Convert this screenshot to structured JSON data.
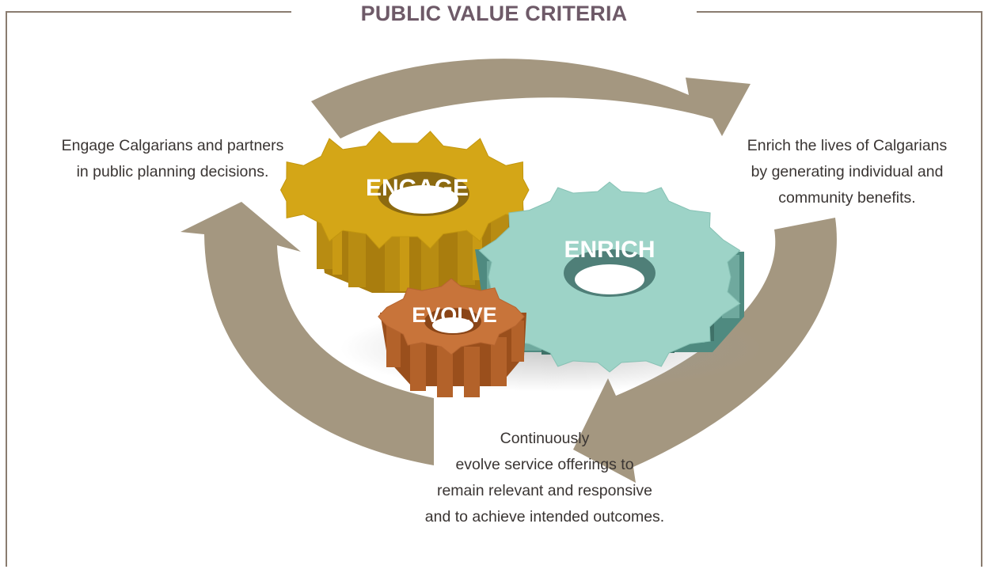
{
  "title": "PUBLIC VALUE CRITERIA",
  "colors": {
    "frame": "#8a7c70",
    "title": "#6e5a68",
    "arrow": "#a49780",
    "engage_gear": "#d4a617",
    "enrich_gear": "#9dd3c7",
    "evolve_gear": "#c8743a"
  },
  "gears": [
    {
      "label": "ENGAGE"
    },
    {
      "label": "ENRICH"
    },
    {
      "label": "EVOLVE"
    }
  ],
  "descriptions": {
    "engage": [
      "Engage Calgarians and partners",
      "in public planning decisions."
    ],
    "enrich": [
      "Enrich the lives of Calgarians",
      "by generating individual and",
      "community benefits."
    ],
    "evolve": [
      "Continuously",
      "evolve service offerings to",
      "remain relevant and responsive",
      "and to achieve intended outcomes."
    ]
  }
}
